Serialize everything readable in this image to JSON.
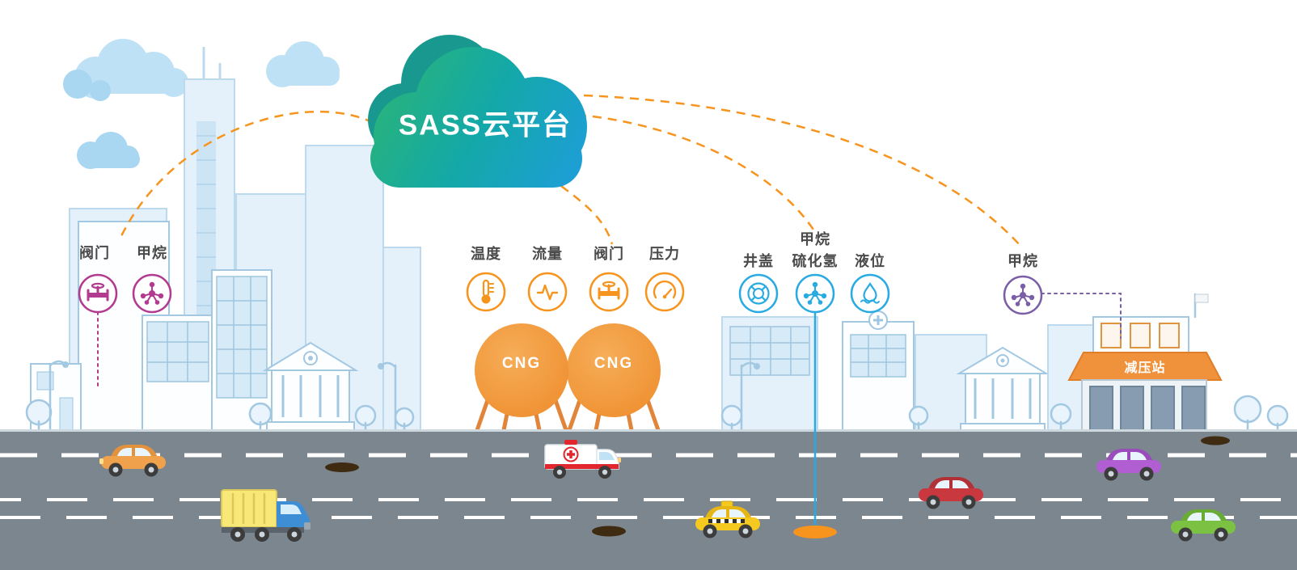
{
  "cloud": {
    "label": "SASS云平台"
  },
  "sensor_groups": {
    "city": {
      "color": "#b23a8f",
      "sensors": [
        {
          "label": "阀门",
          "icon": "valve-icon"
        },
        {
          "label": "甲烷",
          "icon": "molecule-icon"
        }
      ]
    },
    "cng_station": {
      "color": "#f7941d",
      "sensors": [
        {
          "label": "温度",
          "icon": "thermometer-icon"
        },
        {
          "label": "流量",
          "icon": "flow-icon"
        },
        {
          "label": "阀门",
          "icon": "valve-icon"
        },
        {
          "label": "压力",
          "icon": "gauge-icon"
        }
      ]
    },
    "pipeline": {
      "color": "#29abe2",
      "sensors": [
        {
          "label": "井盖",
          "icon": "manhole-icon"
        },
        {
          "label_top": "甲烷",
          "label": "硫化氢",
          "icon": "molecule-icon"
        },
        {
          "label": "液位",
          "icon": "water-level-icon"
        }
      ]
    },
    "pressure_station": {
      "color": "#7a5fa8",
      "sensors": [
        {
          "label": "甲烷",
          "icon": "molecule-icon"
        }
      ]
    }
  },
  "cng_tanks": {
    "left_label": "CNG",
    "right_label": "CNG"
  },
  "pressure_station": {
    "label": "减压站"
  },
  "vehicles": [
    "car-orange",
    "truck",
    "ambulance",
    "taxi",
    "car-red",
    "car-purple",
    "car-green"
  ],
  "colors": {
    "cloud_gradient_start": "#2cb574",
    "cloud_gradient_mid": "#13a8a8",
    "cloud_gradient_end": "#1f9ddc",
    "connection_line": "#f7941d",
    "road": "#7c868f",
    "magenta": "#b23a8f",
    "orange": "#f7941d",
    "blue": "#29abe2",
    "purple": "#7a5fa8"
  }
}
